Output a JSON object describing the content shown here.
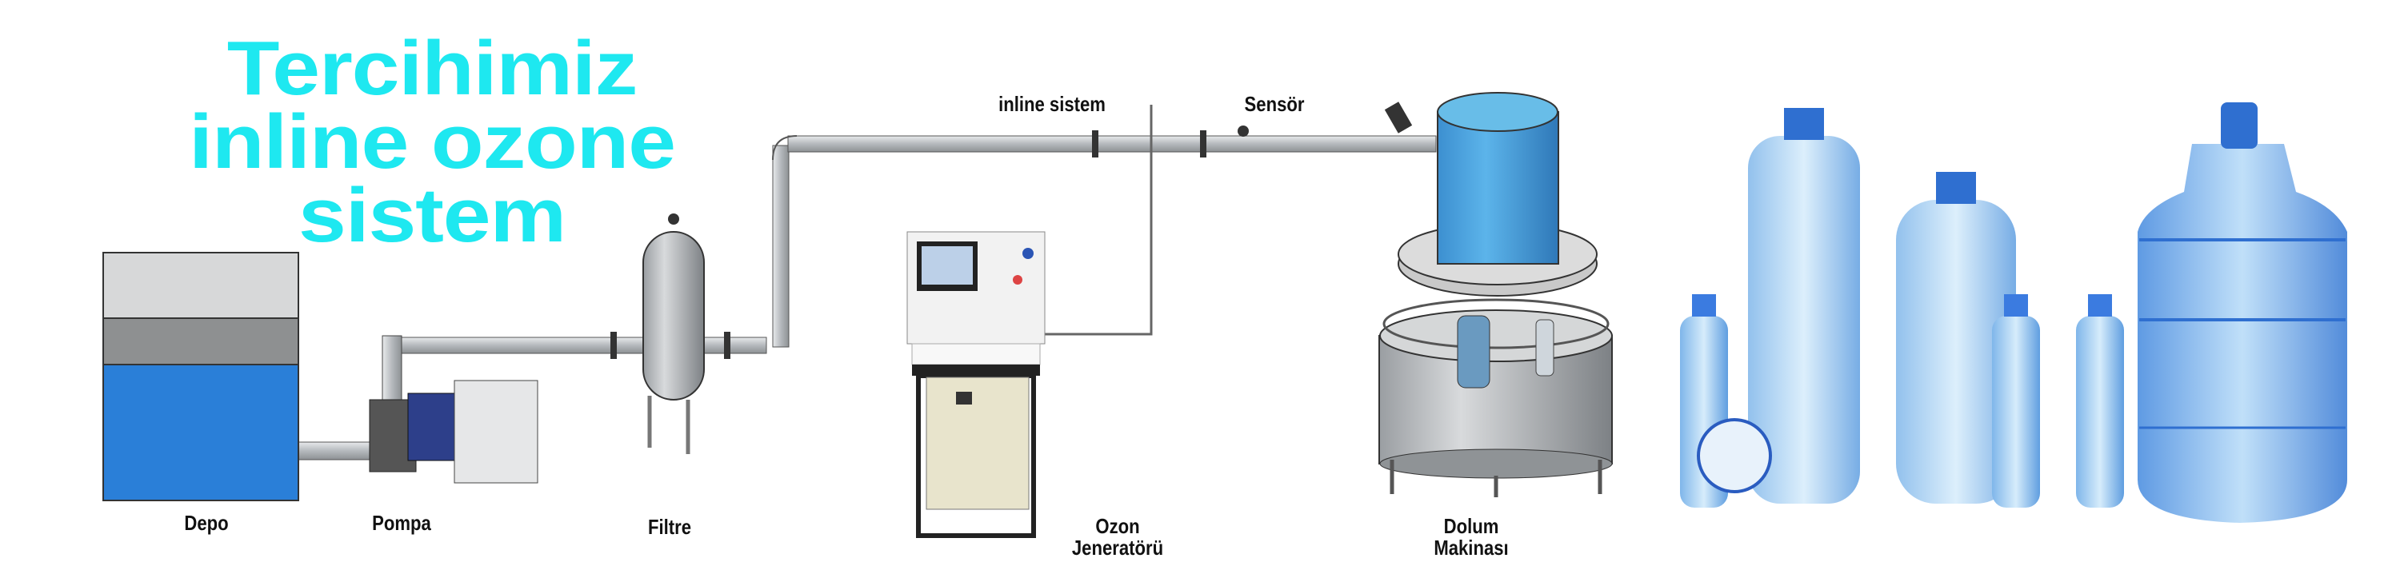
{
  "headline": {
    "line1": "Tercihimiz",
    "line2": "inline ozone",
    "line3": "sistem"
  },
  "labels": {
    "depo": "Depo",
    "pompa": "Pompa",
    "filtre": "Filtre",
    "ozon_line1": "Ozon",
    "ozon_line2": "Jeneratörü",
    "inline": "inline sistem",
    "sensor": "Sensör",
    "dolum_line1": "Dolum",
    "dolum_line2": "Makinası"
  },
  "colors": {
    "headline": "#1ee8f0",
    "water_blue": "#2a7fd8",
    "tank_blue": "#3a9ad8",
    "pipe": "#b8bcc0"
  }
}
